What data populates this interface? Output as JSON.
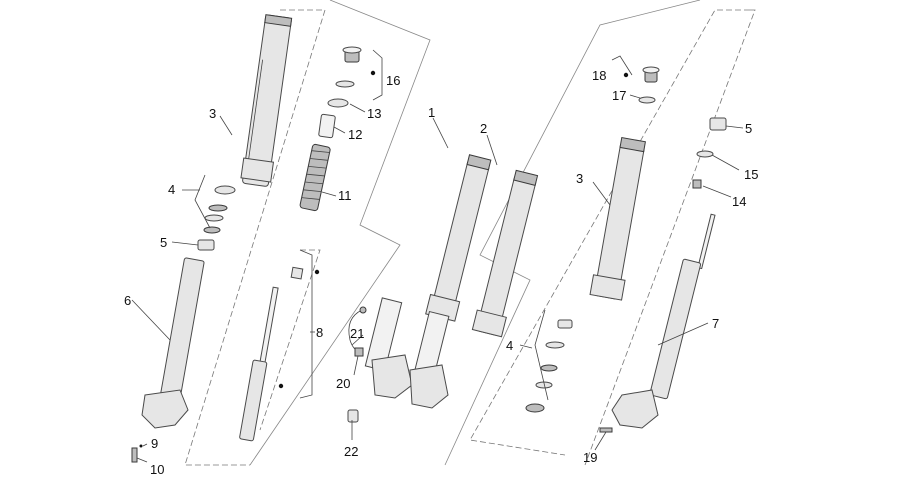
{
  "callouts": [
    {
      "id": "c1",
      "text": "1"
    },
    {
      "id": "c2",
      "text": "2"
    },
    {
      "id": "c3a",
      "text": "3"
    },
    {
      "id": "c3b",
      "text": "3"
    },
    {
      "id": "c4a",
      "text": "4"
    },
    {
      "id": "c4b",
      "text": "4"
    },
    {
      "id": "c5a",
      "text": "5"
    },
    {
      "id": "c5b",
      "text": "5"
    },
    {
      "id": "c6",
      "text": "6"
    },
    {
      "id": "c7",
      "text": "7"
    },
    {
      "id": "c8",
      "text": "8"
    },
    {
      "id": "c9",
      "text": "9"
    },
    {
      "id": "c10",
      "text": "10"
    },
    {
      "id": "c11",
      "text": "11"
    },
    {
      "id": "c12",
      "text": "12"
    },
    {
      "id": "c13",
      "text": "13"
    },
    {
      "id": "c14",
      "text": "14"
    },
    {
      "id": "c15",
      "text": "15"
    },
    {
      "id": "c16",
      "text": "16"
    },
    {
      "id": "c17",
      "text": "17"
    },
    {
      "id": "c18",
      "text": "18"
    },
    {
      "id": "c19",
      "text": "19"
    },
    {
      "id": "c20",
      "text": "20"
    },
    {
      "id": "c21",
      "text": "21"
    },
    {
      "id": "c22",
      "text": "22"
    }
  ],
  "colors": {
    "line": "#4a4a4a",
    "fill": "#e6e6e6",
    "background": "#ffffff"
  }
}
